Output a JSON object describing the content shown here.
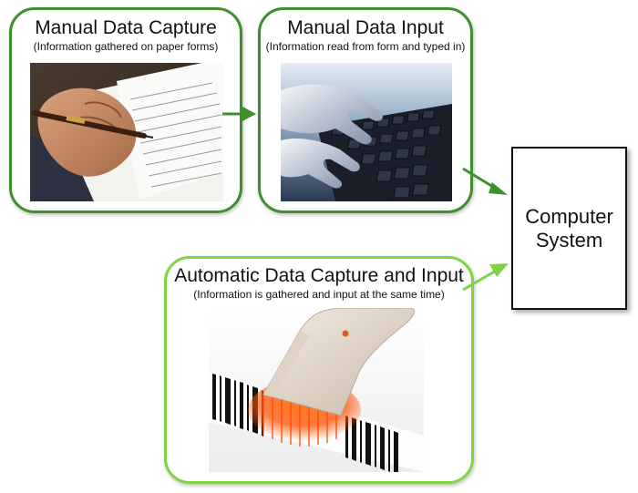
{
  "manual_capture": {
    "title": "Manual Data Capture",
    "subtitle": "(Information gathered on paper forms)"
  },
  "manual_input": {
    "title": "Manual Data Input",
    "subtitle": "(Information read from form and typed in)"
  },
  "automatic": {
    "title": "Automatic Data Capture and Input",
    "subtitle": "(Information is gathered and input at the same time)"
  },
  "computer": {
    "line1": "Computer",
    "line2": "System"
  },
  "colors": {
    "dark_green": "#3f8f2c",
    "light_green": "#7fd446",
    "scanner_beam": "#ff6a1a"
  }
}
